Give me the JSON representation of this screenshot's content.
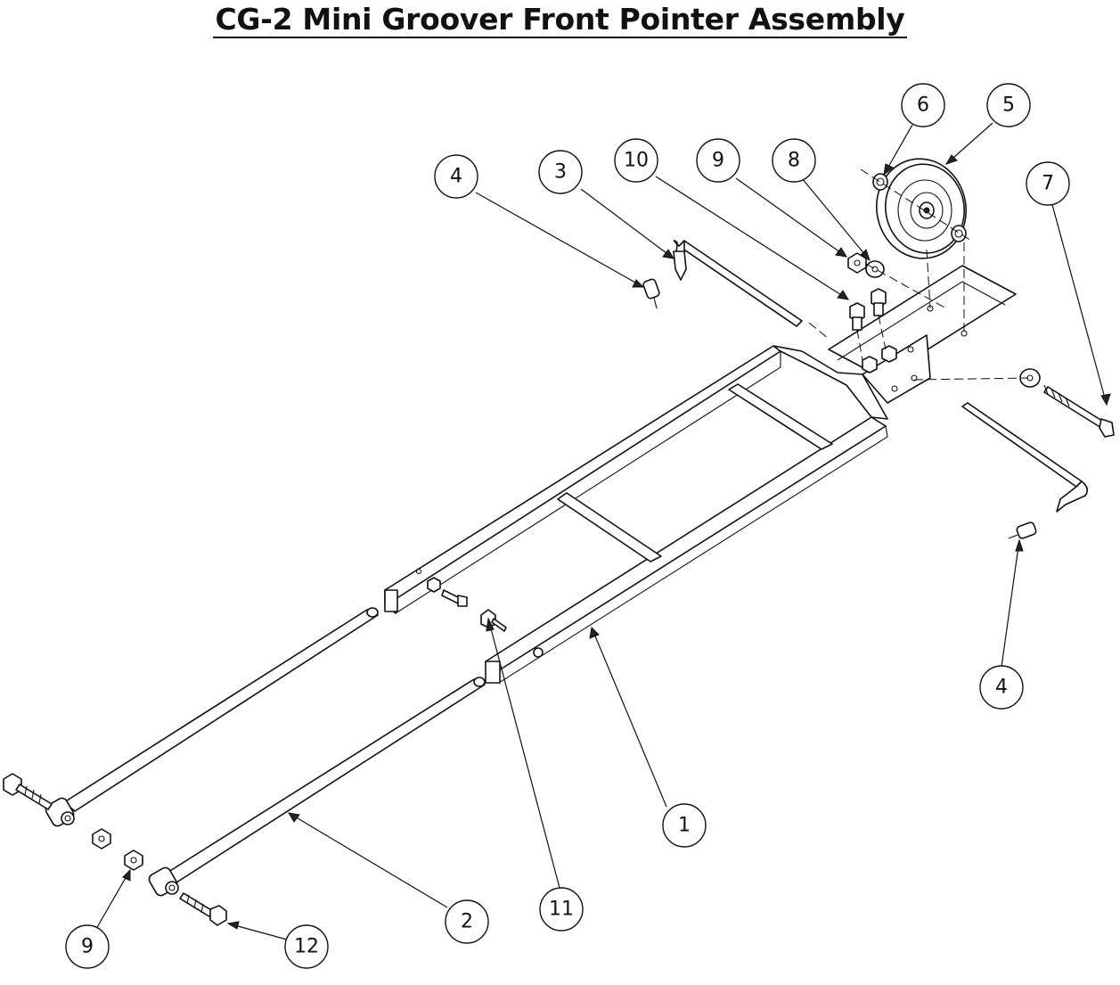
{
  "title": "CG-2 Mini Groover Front Pointer Assembly",
  "balloons": [
    {
      "id": "b1",
      "label": "1"
    },
    {
      "id": "b2",
      "label": "2"
    },
    {
      "id": "b3",
      "label": "3"
    },
    {
      "id": "b4a",
      "label": "4"
    },
    {
      "id": "b4b",
      "label": "4"
    },
    {
      "id": "b5",
      "label": "5"
    },
    {
      "id": "b6",
      "label": "6"
    },
    {
      "id": "b7",
      "label": "7"
    },
    {
      "id": "b8",
      "label": "8"
    },
    {
      "id": "b9a",
      "label": "9"
    },
    {
      "id": "b9b",
      "label": "9"
    },
    {
      "id": "b10",
      "label": "10"
    },
    {
      "id": "b11",
      "label": "11"
    },
    {
      "id": "b12",
      "label": "12"
    }
  ]
}
